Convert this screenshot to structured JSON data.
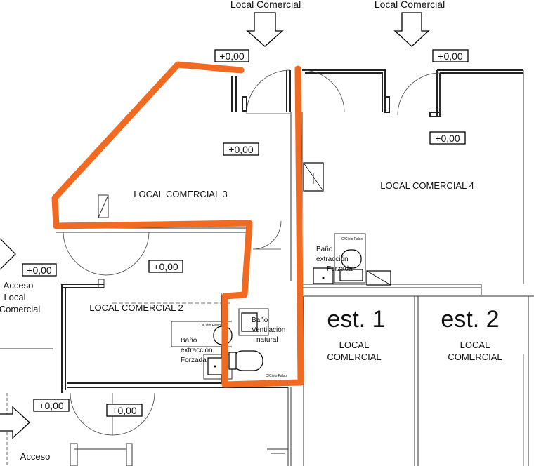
{
  "accent_color": "#f06a22",
  "top_labels": {
    "left": "Local Comercial",
    "right": "Local Comercial"
  },
  "levels": {
    "lc3_top": "+0,00",
    "lc4_top": "+0,00",
    "lc3_door": "+0,00",
    "lc4_door": "+0,00",
    "left_access": "+0,00",
    "lc2": "+0,00",
    "bottom_left": "+0,00",
    "bottom_mid": "+0,00"
  },
  "rooms": {
    "lc3": "LOCAL COMERCIAL 3",
    "lc4": "LOCAL COMERCIAL 4",
    "lc2": "LOCAL COMERCIAL 2"
  },
  "access": {
    "left": [
      "Acceso",
      "Local",
      "Comercial"
    ],
    "bottom": "Acceso"
  },
  "bathrooms": {
    "forced_a": [
      "Baño",
      "extracción",
      "Forzada"
    ],
    "forced_b": [
      "Baño",
      "extracción",
      "Forzada"
    ],
    "natural": [
      "Baño",
      "Ventilación",
      "natural"
    ],
    "false_ceiling": "C/Cielo Falso"
  },
  "stalls": [
    {
      "title": "est. 1",
      "line1": "LOCAL",
      "line2": "COMERCIAL"
    },
    {
      "title": "est. 2",
      "line1": "LOCAL",
      "line2": "COMERCIAL"
    }
  ],
  "icons": [
    "arrow-down-icon",
    "arrow-right-icon",
    "toilet-icon",
    "sink-icon"
  ]
}
